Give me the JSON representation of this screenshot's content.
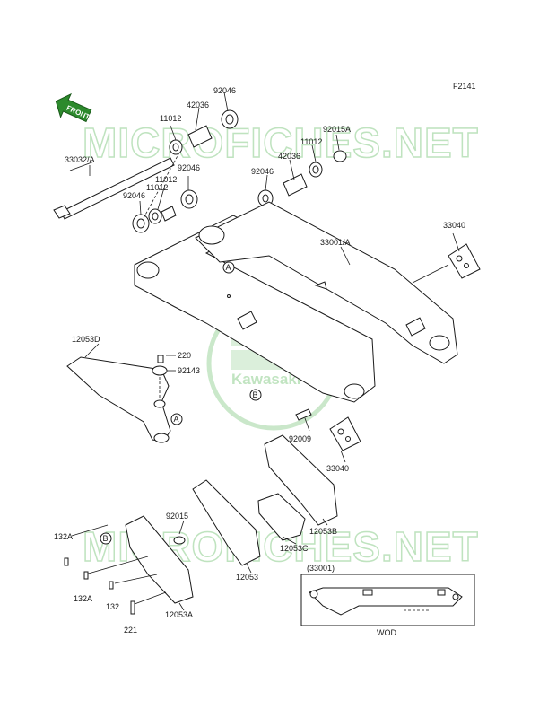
{
  "page_code": "F2141",
  "watermark": "MICROFICHES.NET",
  "brand": {
    "name": "Kawasaki",
    "color": "#2d8a2d"
  },
  "direction_label": "FRONT",
  "callouts": {
    "p33032A": "33032/A",
    "p11012a": "11012",
    "p42036a": "42036",
    "p92046a": "92046",
    "p92015A": "92015A",
    "p11012b": "11012",
    "p42036b": "42036",
    "p92046b": "92046",
    "p92046c": "92046",
    "p11012c": "11012",
    "p92046d": "92046",
    "p11012d": "11012",
    "p33040a": "33040",
    "p33001A": "33001/A",
    "p12053D": "12053D",
    "p220": "220",
    "p92143": "92143",
    "p92009": "92009",
    "p33040b": "33040",
    "p92015": "92015",
    "p12053B": "12053B",
    "p12053C": "12053C",
    "p12053": "12053",
    "p132A_a": "132A",
    "p132A_b": "132A",
    "p132": "132",
    "p12053A": "12053A",
    "p221": "221"
  },
  "refs": {
    "A": "A",
    "B": "B"
  },
  "inset": {
    "title": "(33001)",
    "caption": "WOD"
  }
}
